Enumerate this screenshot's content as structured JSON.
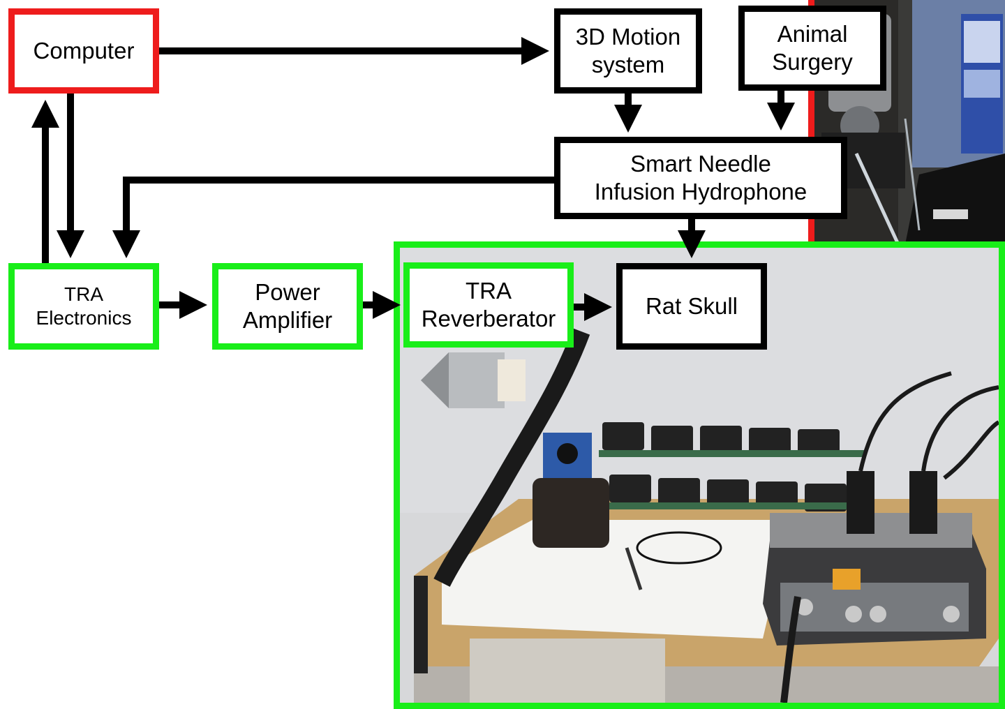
{
  "nodes": {
    "computer": "Computer",
    "motion": "3D Motion\nsystem",
    "surgery": "Animal\nSurgery",
    "needle": "Smart Needle\nInfusion Hydrophone",
    "tra_electronics": "TRA\nElectronics",
    "power_amp": "Power\nAmplifier",
    "reverberator": "TRA\nReverberator",
    "rat_skull": "Rat Skull"
  },
  "colors": {
    "computer_border": "#ee1c1c",
    "green_border": "#19ee19",
    "black_border": "#000000",
    "arrow": "#000000"
  },
  "photos": {
    "surgery_photo": "surgery-equipment-photo",
    "tra_photo": "tra-reverberator-setup-photo"
  }
}
